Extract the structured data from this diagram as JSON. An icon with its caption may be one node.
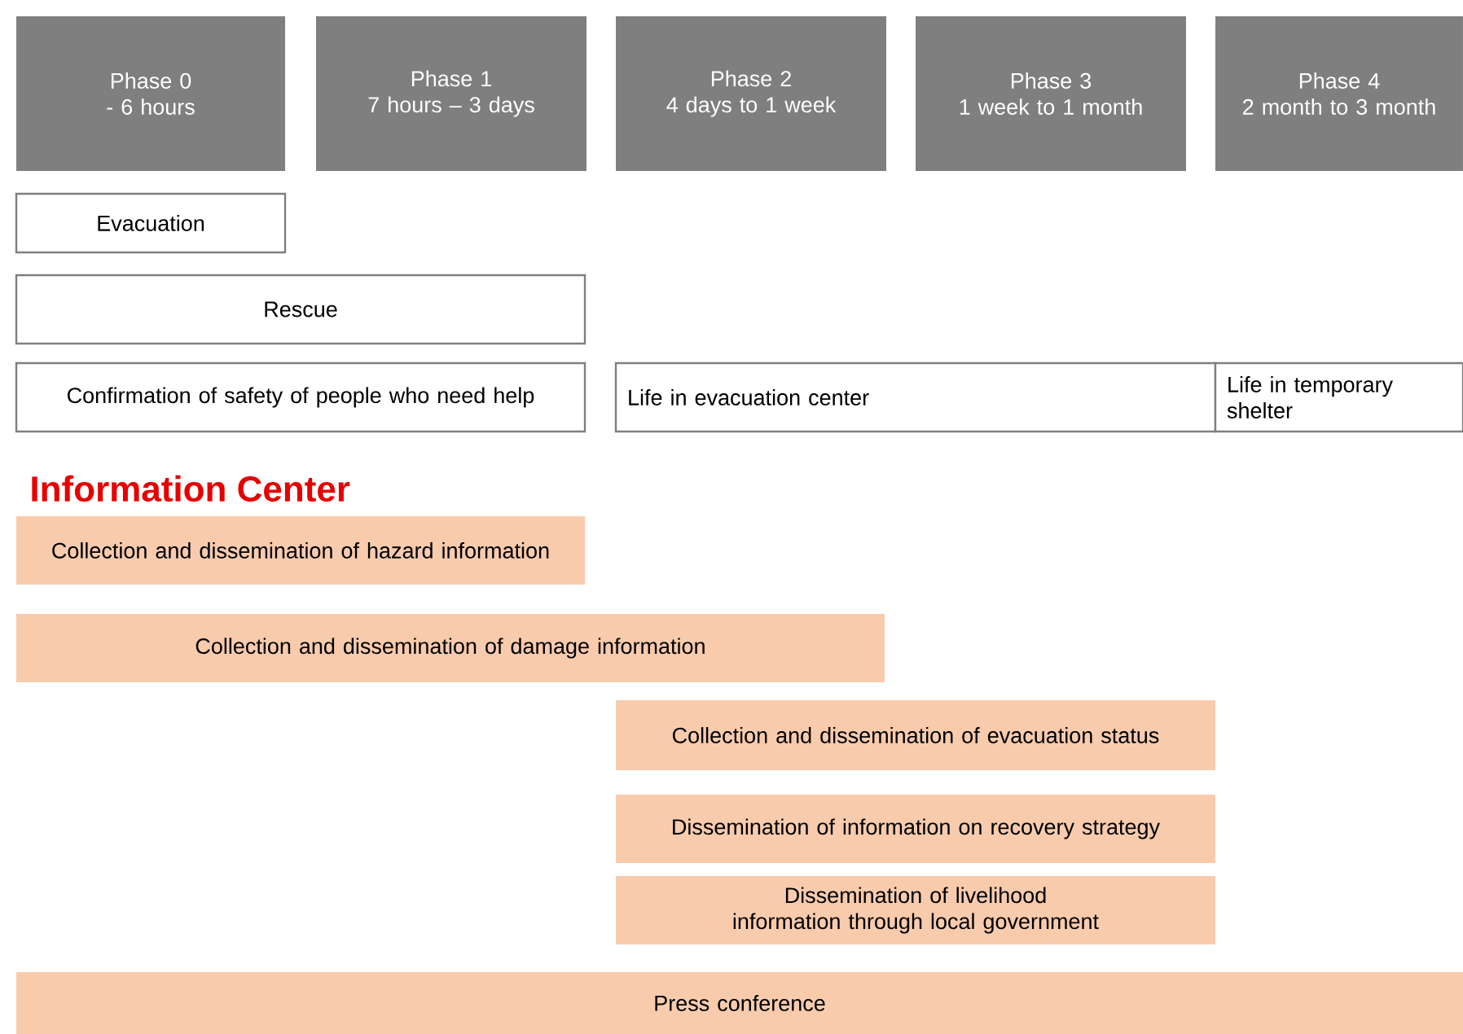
{
  "diagram": {
    "nodes": [
      {
        "text": [
          "Phase 0",
          "- 6 hours"
        ]
      },
      {
        "text": [
          "Phase 1",
          "7 hours – 3 days"
        ]
      },
      {
        "text": [
          "Phase 2",
          "4 days to 1 week"
        ]
      },
      {
        "text": [
          "Phase 3",
          "1 week to 1 month"
        ]
      },
      {
        "text": [
          "Phase 4",
          "2 month to 3 month"
        ]
      },
      {
        "text": [
          "Evacuation"
        ]
      },
      {
        "text": [
          "Rescue"
        ]
      },
      {
        "text": [
          "Confirmation  of safety of people who need help"
        ]
      },
      {
        "text": [
          "Life in evacuation center"
        ]
      },
      {
        "text": [
          "Life in temporary shelter"
        ]
      },
      {
        "text": [
          "Collection and dissemination of hazard information"
        ]
      },
      {
        "text": [
          "Collection and dissemination of damage information"
        ]
      },
      {
        "text": [
          "Collection and dissemination of evacuation status"
        ]
      },
      {
        "text": [
          "Dissemination of information on recovery strategy"
        ]
      },
      {
        "text": [
          "Dissemination of livelihood information through local government"
        ]
      },
      {
        "text": [
          "Press conference"
        ]
      }
    ],
    "labels": [
      "Information Center"
    ]
  }
}
